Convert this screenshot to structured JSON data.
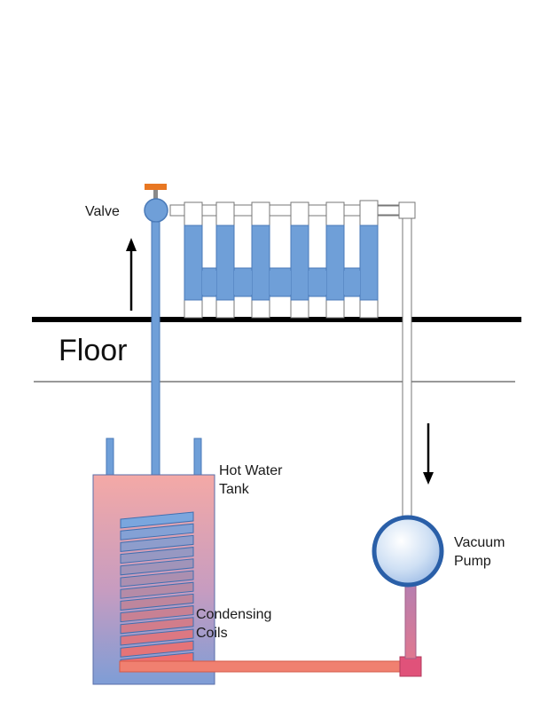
{
  "labels": {
    "valve": "Valve",
    "floor": "Floor",
    "hot_water_tank": [
      "Hot Water",
      "Tank"
    ],
    "vacuum_pump": [
      "Vacuum",
      "Pump"
    ],
    "condensing_coils": [
      "Condensing",
      "Coils"
    ]
  },
  "colors": {
    "pipe_blue": "#6f9fd8",
    "pipe_outline": "#4a7ab8",
    "valve_handle": "#e87722",
    "tank_top": "#f4a7a3",
    "tank_bottom": "#7a9bd6",
    "coil_outline": "#3f6fb0",
    "pump_rim": "#2a5fa8",
    "return_pipe": "#f08070",
    "pump_stem": "#d07898",
    "pump_fitting": "#e0527a",
    "floor_line": "#000000"
  },
  "icons": [
    "up-arrow-icon",
    "down-arrow-icon",
    "valve-handle-icon"
  ]
}
